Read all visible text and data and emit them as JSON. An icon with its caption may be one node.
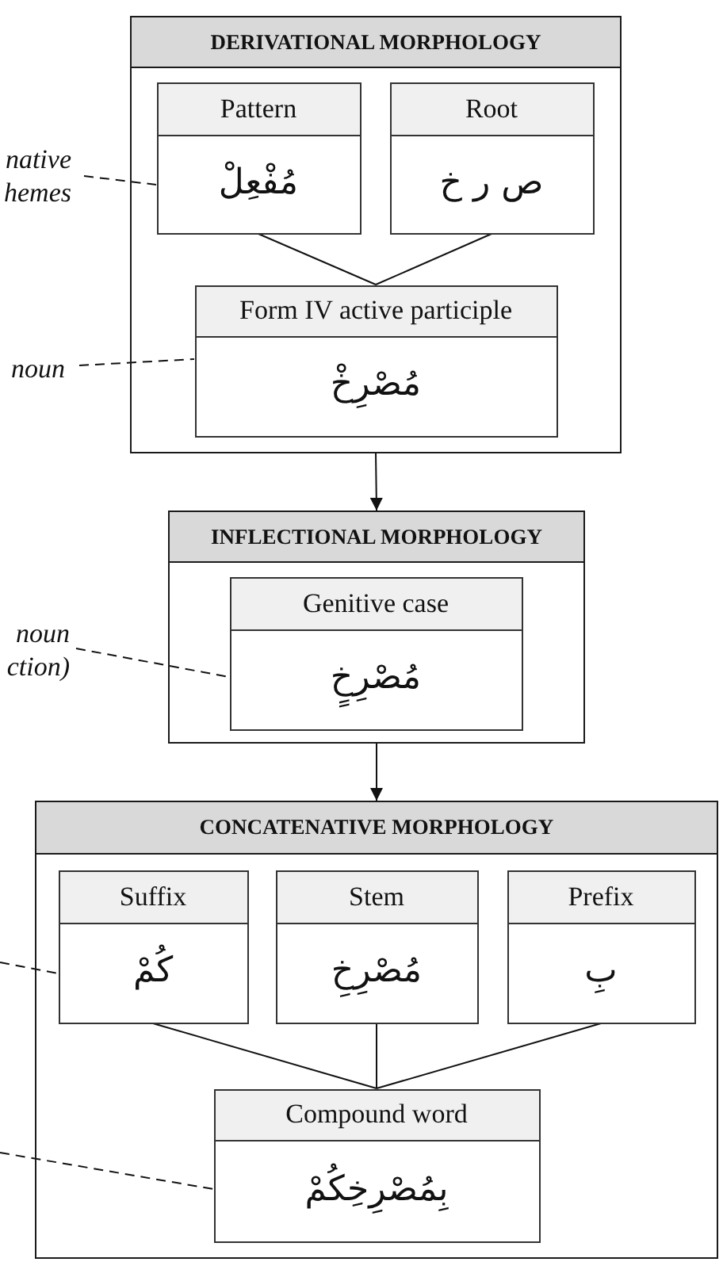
{
  "diagram": {
    "nodes": [
      {
        "text": [
          "DERIVATIONAL MORPHOLOGY"
        ]
      },
      {
        "text": [
          "Pattern",
          "مُفْعِلْ"
        ],
        "in": 0
      },
      {
        "text": [
          "Root",
          "ص ر خ"
        ],
        "in": 0
      },
      {
        "text": [
          "Form IV active participle",
          "مُصْرِخْ"
        ],
        "in": 0
      },
      {
        "text": [
          "INFLECTIONAL MORPHOLOGY"
        ]
      },
      {
        "text": [
          "Genitive case",
          "مُصْرِخٍ"
        ],
        "in": 4
      },
      {
        "text": [
          "CONCATENATIVE MORPHOLOGY"
        ]
      },
      {
        "text": [
          "Suffix",
          "كُمْ"
        ],
        "in": 6
      },
      {
        "text": [
          "Stem",
          "مُصْرِخِ"
        ],
        "in": 6
      },
      {
        "text": [
          "Prefix",
          "بِ"
        ],
        "in": 6
      },
      {
        "text": [
          "Compound word",
          "بِمُصْرِخِكُمْ"
        ],
        "in": 6
      },
      {
        "text": [
          "native hemes"
        ]
      },
      {
        "text": [
          "noun"
        ]
      },
      {
        "text": [
          "noun ction)"
        ]
      }
    ],
    "edges": [
      {
        "from": 1,
        "to": 3,
        "arrow": "none"
      },
      {
        "from": 2,
        "to": 3,
        "arrow": "none"
      },
      {
        "from": 0,
        "to": 4,
        "arrow": "to"
      },
      {
        "from": 4,
        "to": 6,
        "arrow": "to"
      },
      {
        "from": 7,
        "to": 10,
        "arrow": "none"
      },
      {
        "from": 8,
        "to": 10,
        "arrow": "none"
      },
      {
        "from": 9,
        "to": 10,
        "arrow": "none"
      },
      {
        "from": 11,
        "to": 1,
        "arrow": "none",
        "style": "dashed"
      },
      {
        "from": 12,
        "to": 3,
        "arrow": "none",
        "style": "dashed"
      },
      {
        "from": 13,
        "to": 5,
        "arrow": "none",
        "style": "dashed"
      },
      {
        "from": null,
        "to": 7,
        "arrow": "none",
        "style": "dashed"
      },
      {
        "from": null,
        "to": 10,
        "arrow": "none",
        "style": "dashed"
      }
    ]
  }
}
